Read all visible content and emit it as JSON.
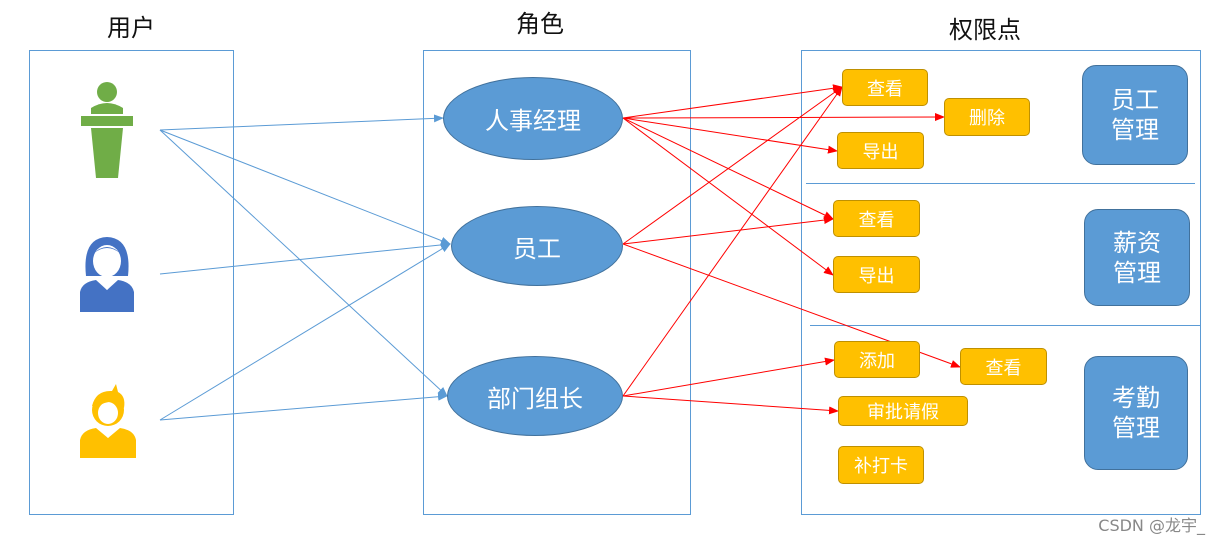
{
  "columns": {
    "users": "用户",
    "roles": "角色",
    "permissions": "权限点"
  },
  "users": [
    {
      "icon": "podium-speaker-icon",
      "color": "#70ad47"
    },
    {
      "icon": "woman-user-icon",
      "color": "#4472c4"
    },
    {
      "icon": "man-user-icon",
      "color": "#ffc000"
    }
  ],
  "roles": [
    "人事经理",
    "员工",
    "部门组长"
  ],
  "modules": [
    {
      "line1": "员工",
      "line2": "管理"
    },
    {
      "line1": "薪资",
      "line2": "管理"
    },
    {
      "line1": "考勤",
      "line2": "管理"
    }
  ],
  "permissions": {
    "employee": {
      "view": "查看",
      "delete": "删除",
      "export": "导出"
    },
    "salary": {
      "view": "查看",
      "export": "导出"
    },
    "attendance": {
      "add": "添加",
      "view": "查看",
      "approve_leave": "审批请假",
      "punch": "补打卡"
    }
  },
  "colors": {
    "user_role_links": "#5b9bd5",
    "role_perm_links": "#ff0000"
  },
  "watermark": "CSDN @龙宇_"
}
